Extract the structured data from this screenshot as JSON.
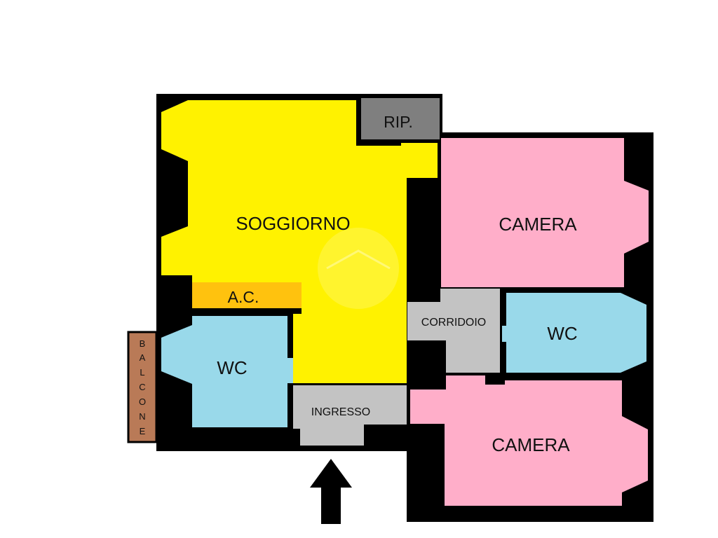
{
  "floor_plan": {
    "rooms": {
      "soggiorno": {
        "label": "SOGGIORNO",
        "color": "#fff200"
      },
      "rip": {
        "label": "RIP.",
        "color": "#7f7f7f"
      },
      "ac": {
        "label": "A.C.",
        "color": "#ffc20e"
      },
      "wc_left": {
        "label": "WC",
        "color": "#99d9ea"
      },
      "ingresso": {
        "label": "INGRESSO",
        "color": "#c3c3c3"
      },
      "corridoio": {
        "label": "CORRIDOIO",
        "color": "#c3c3c3"
      },
      "camera_top": {
        "label": "CAMERA",
        "color": "#ffaec9"
      },
      "wc_right": {
        "label": "WC",
        "color": "#99d9ea"
      },
      "camera_bottom": {
        "label": "CAMERA",
        "color": "#ffaec9"
      }
    },
    "balcone": {
      "letters": [
        "B",
        "A",
        "L",
        "C",
        "O",
        "N",
        "E"
      ],
      "color": "#b97a57"
    },
    "wall_color": "#000000",
    "entrance_arrow": {
      "icon": "arrow-up-icon",
      "color": "#000000"
    }
  }
}
